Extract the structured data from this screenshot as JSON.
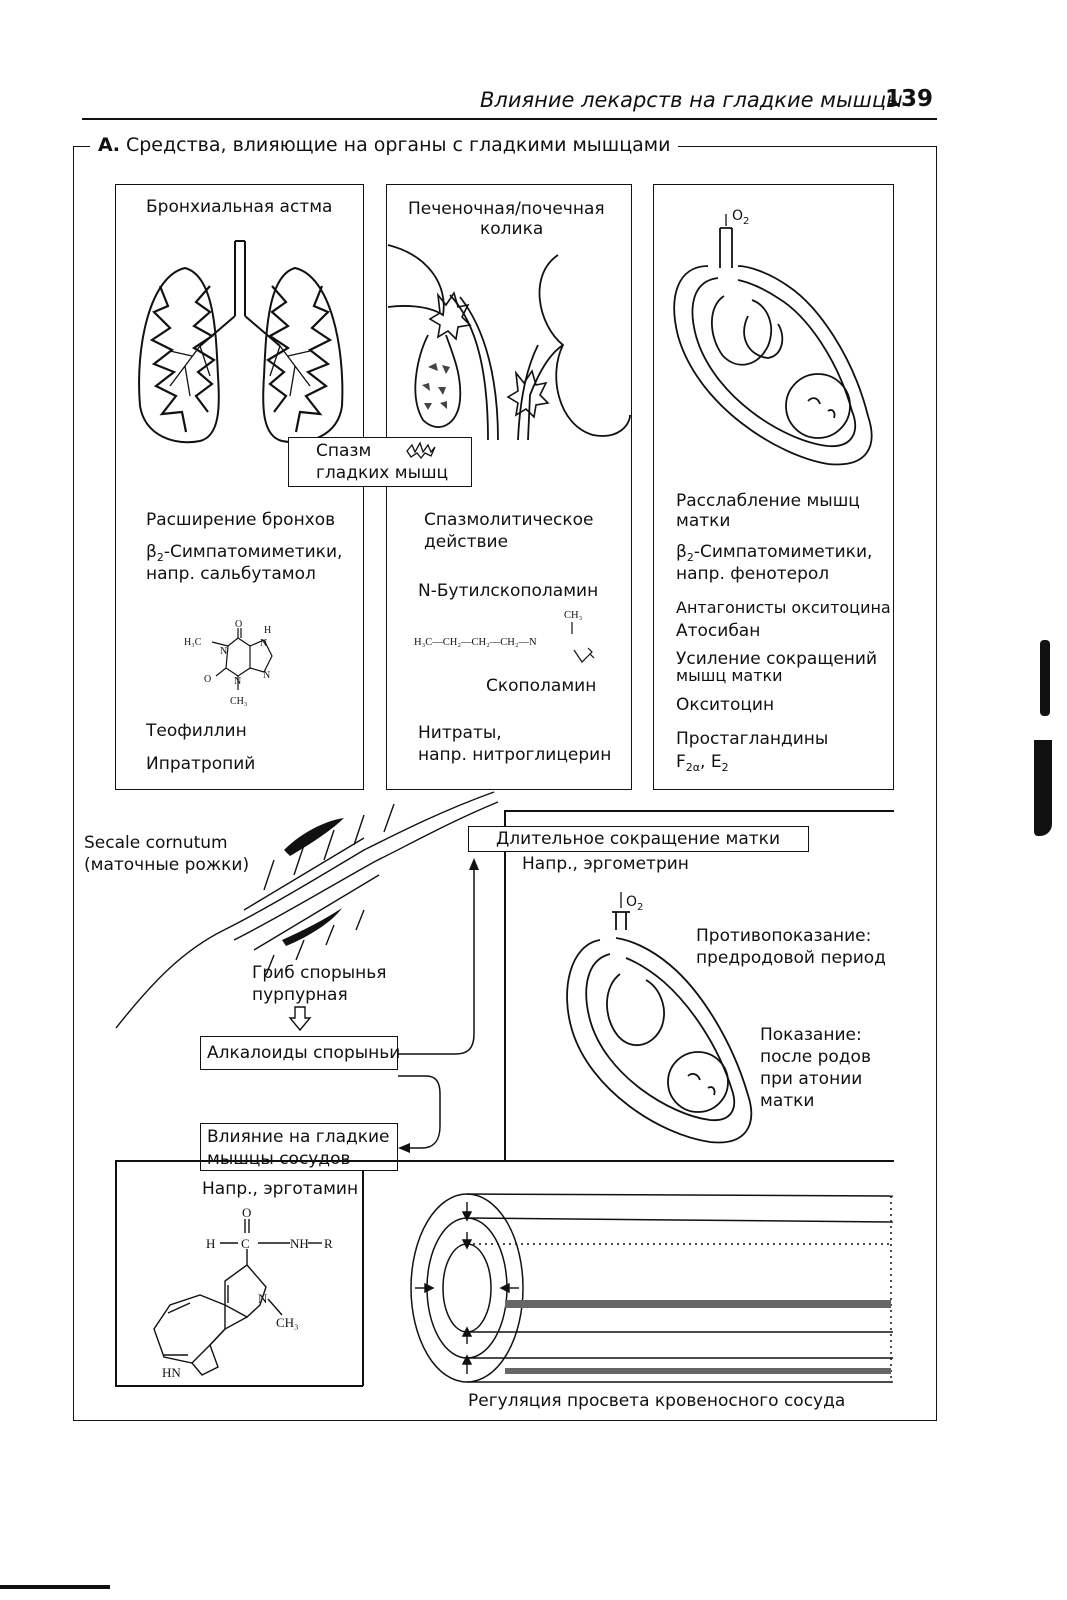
{
  "header": {
    "title": "Влияние лекарств на гладкие мышцы",
    "page_number": "139"
  },
  "section": {
    "letter": "А.",
    "title": "Средства, влияющие на органы с гладкими мышцами"
  },
  "asthma": {
    "title": "Бронхиальная астма",
    "effect": "Расширение бронхов",
    "drug_class_prefix": "β",
    "drug_class_sub": "2",
    "drug_class_rest": "-Симпатомиметики,",
    "example": "напр. сальбутамол",
    "drug1": "Теофиллин",
    "drug2": "Ипратропий",
    "structure": {
      "atoms": [
        "O",
        "H₃C",
        "N",
        "H",
        "N",
        "N",
        "O",
        "N",
        "N",
        "CH₃"
      ]
    }
  },
  "colic": {
    "title_line1": "Печеночная/почечная",
    "title_line2": "колика",
    "effect_line1": "Спазмолитическое",
    "effect_line2": "действие",
    "drug1": "N-Бутилскополамин",
    "structure_text": "H₃C—CH₂—CH₂—CH₂—N",
    "structure_methyl": "CH₃",
    "drug2": "Скополамин",
    "drug3": "Нитраты,",
    "example": "напр. нитроглицерин"
  },
  "spasm": {
    "line1": "Спазм",
    "line2": "гладких мышц"
  },
  "uterus_relax": {
    "o2": "O",
    "o2_sub": "2",
    "effect_line1": "Расслабление мышц",
    "effect_line2": "матки",
    "drug_class_prefix": "β",
    "drug_class_sub": "2",
    "drug_class_rest": "-Симпатомиметики,",
    "example": "напр. фенотерол",
    "antagonists": "Антагонисты окситоцина",
    "atosiban": "Атосибан",
    "contraction_line1": "Усиление сокращений",
    "contraction_line2": "мышц матки",
    "oxytocin": "Окситоцин",
    "prostaglandins": "Простагландины",
    "pg_f": "F",
    "pg_f_sub": "2α",
    "pg_e": ", E",
    "pg_e_sub": "2"
  },
  "ergot": {
    "latin": "Secale cornutum",
    "russian": "(маточные рожки)",
    "fungus_line1": "Гриб спорынья",
    "fungus_line2": "пурпурная",
    "alkaloids": "Алкалоиды спорыньи",
    "vascular_line1": "Влияние на гладкие",
    "vascular_line2": "мышцы сосудов",
    "example": "Напр., эрготамин",
    "structure_atoms": [
      "O",
      "H",
      "C",
      "NH",
      "R",
      "N",
      "CH₃",
      "HN"
    ]
  },
  "uterus_contract": {
    "title": "Длительное сокращение матки",
    "example": "Напр., эргометрин",
    "o2": "O",
    "o2_sub": "2",
    "contra_line1": "Противопоказание:",
    "contra_line2": "предродовой период",
    "ind_line1": "Показание:",
    "ind_line2": "после родов",
    "ind_line3": "при атонии",
    "ind_line4": "матки"
  },
  "vessel": {
    "caption": "Регуляция просвета кровеносного сосуда"
  }
}
